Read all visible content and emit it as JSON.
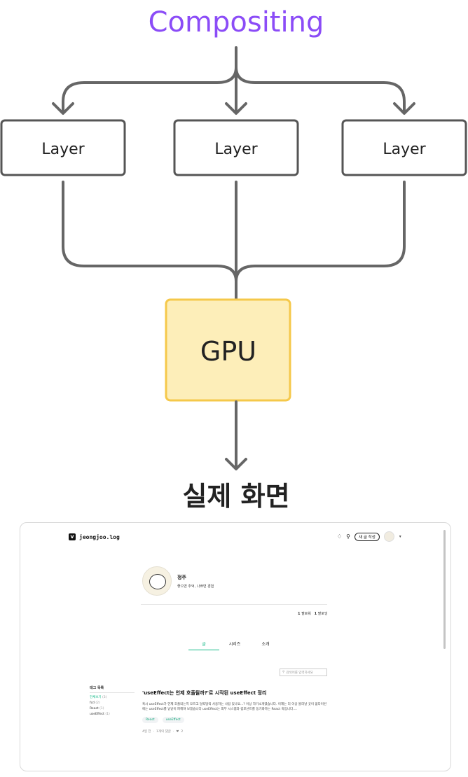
{
  "diagram": {
    "title": "Compositing",
    "layers": [
      "Layer",
      "Layer",
      "Layer"
    ],
    "gpu_label": "GPU",
    "result_label": "실제 화면",
    "colors": {
      "title": "#8b4cf7",
      "line": "#666666",
      "box_stroke": "#555555",
      "gpu_fill": "#fdeeb9",
      "gpu_stroke": "#f5c84a"
    }
  },
  "screenshot": {
    "logo_mark": "v",
    "logo_text": "jeongjoo.log",
    "icons": [
      "bell-icon",
      "search-icon",
      "avatar",
      "chevron-down-icon"
    ],
    "new_post": "새 글 작성",
    "profile": {
      "name": "정주",
      "desc": "좋으면 추억, 나쁘면 경험"
    },
    "follow": {
      "followers_count": "1",
      "followers_label": "팔로워",
      "following_count": "1",
      "following_label": "팔로잉"
    },
    "tabs": [
      "글",
      "시리즈",
      "소개"
    ],
    "search_placeholder": "검색어를 입력하세요",
    "tags": {
      "title": "태그 목록",
      "items": [
        {
          "label": "전체보기",
          "count": "(3)"
        },
        {
          "label": "fcd",
          "count": "(2)"
        },
        {
          "label": "React",
          "count": "(1)"
        },
        {
          "label": "useEffect",
          "count": "(1)"
        }
      ]
    },
    "post": {
      "title": "'useEffect는 언제 호출될까?'로 시작된 useEffect 정리",
      "body": "혹시 useEffect가 언제 호출되는지 모르고 덜컥덜컥 사용하는 사람 있나요...? 이상 자기소개였습니다. 이제는 더 이상 물러날 곳이 없다이번에는 useEffect를 낱낱이 파헤쳐 보겠습니다 useEffect는 외부 시스템과 컴포넌트를 동기화하는 React 훅입니다....",
      "tags": [
        "React",
        "useEffect"
      ],
      "time": "4일 전",
      "comments": "1개의 댓글",
      "likes": "2"
    }
  }
}
